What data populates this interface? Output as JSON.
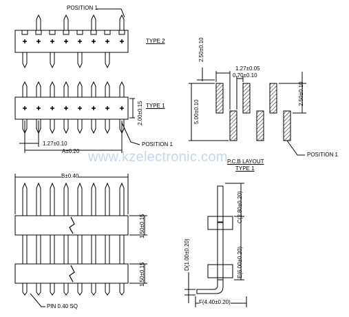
{
  "labels": {
    "position_top": "POSITION 1",
    "type2": "TYPE 2",
    "type1": "TYPE 1",
    "dim_vertical_top": "2.00±0.15",
    "dim_127": "1.27±0.10",
    "dim_a": "A±0.20",
    "position_mid": "POSITION 1",
    "pcb_250_top": "2.50±0.10",
    "pcb_127": "1.27±0.05",
    "pcb_070": "0.70±0.10",
    "pcb_500": "5.00±0.10",
    "pcb_250_right": "2.50±0.10",
    "position_right": "POSITION 1",
    "pcb_layout": "P.C.B LAYOUT",
    "pcb_type1": "TYPE 1",
    "dim_b": "B±0.40",
    "dim_150_top": "1.50±0.15",
    "dim_150_bot": "1.50±0.15",
    "pin_label": "PIN 0.40 SQ",
    "dim_c": "C(2.80±0.20)",
    "dim_e": "E(6.00±0.20)",
    "dim_d": "D(1.00±0.20)",
    "dim_f": "F(4.40±0.20)"
  },
  "watermark": "www.kzelectronic.com"
}
